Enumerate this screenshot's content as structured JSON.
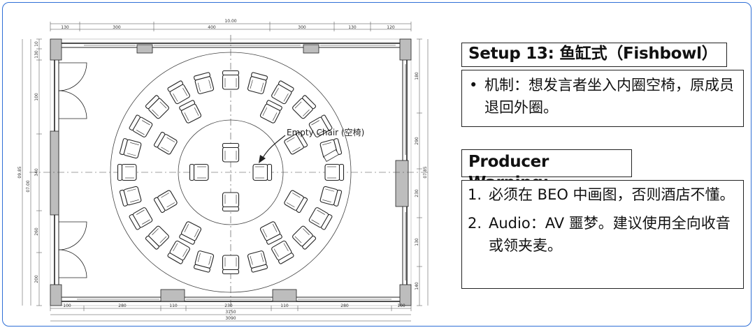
{
  "title": "Setup 13: 鱼缸式（Fishbowl）",
  "mechanism": {
    "bullet": "•",
    "text": "机制：想发言者坐入内圈空椅，原成员退回外圈。"
  },
  "warning": {
    "title": "Producer Warning:",
    "items": [
      {
        "num": "1.",
        "text": "必须在 BEO 中画图，否则酒店不懂。"
      },
      {
        "num": "2.",
        "text": "Audio：AV 噩梦。建议使用全向收音或领夹麦。"
      }
    ]
  },
  "drawing": {
    "callout": "Empty Chair (空椅)",
    "top_total": "10.00",
    "top_dims": [
      "130",
      "300",
      "400",
      "300",
      "130",
      "120"
    ],
    "bottom_dims": [
      "100",
      "280",
      "110",
      "230",
      "110",
      "280",
      "100"
    ],
    "bottom_sub": "3150",
    "bottom_total": "3090",
    "right_dims": [
      "180",
      "290",
      "230",
      "130",
      "140"
    ],
    "left_dims": [
      "10",
      "130",
      "100",
      "340",
      "260",
      "200"
    ],
    "left_total": [
      "09.85",
      "07.00"
    ],
    "right_total": "07.85",
    "outer_ring_chairs": 24,
    "inner_ring_chairs": 4
  },
  "colors": {
    "frame": "#2f6fd6",
    "ink": "#222222",
    "wall": "#bdbdbd"
  }
}
